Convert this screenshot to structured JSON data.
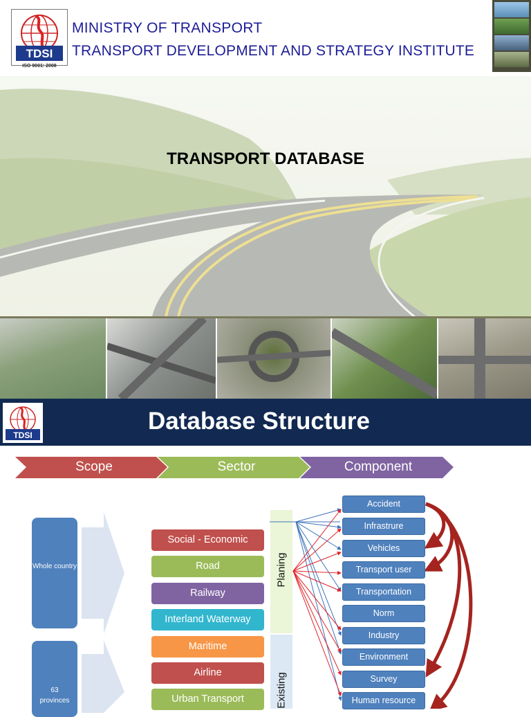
{
  "header": {
    "ministry": "MINISTRY OF TRANSPORT",
    "institute": "TRANSPORT DEVELOPMENT AND STRATEGY INSTITUTE",
    "logo_text": "TDSI",
    "iso": "ISO 9001: 2008"
  },
  "hero": {
    "title": "TRANSPORT DATABASE"
  },
  "slide": {
    "title": "Database Structure",
    "logo_text": "TDSI"
  },
  "chevrons": [
    {
      "label": "Scope",
      "color": "#c0504d"
    },
    {
      "label": "Sector",
      "color": "#9bbb59"
    },
    {
      "label": "Component",
      "color": "#8064a2"
    }
  ],
  "scope": [
    {
      "label": "Whole country"
    },
    {
      "label": "63 provinces"
    }
  ],
  "sectors": [
    {
      "label": "Social - Economic",
      "color": "#c0504d"
    },
    {
      "label": "Road",
      "color": "#9bbb59"
    },
    {
      "label": "Railway",
      "color": "#8064a2"
    },
    {
      "label": "Interland Waterway",
      "color": "#31b6ce"
    },
    {
      "label": "Maritime",
      "color": "#f79646"
    },
    {
      "label": "Airline",
      "color": "#c0504d"
    },
    {
      "label": "Urban Transport",
      "color": "#9bbb59"
    }
  ],
  "phases": {
    "planing": "Planing",
    "existing": "Existing"
  },
  "components": [
    {
      "label": "Accident"
    },
    {
      "label": "Infrastrure"
    },
    {
      "label": "Vehicles"
    },
    {
      "label": "Transport user"
    },
    {
      "label": "Transportation"
    },
    {
      "label": "Norm"
    },
    {
      "label": "Industry"
    },
    {
      "label": "Environment"
    },
    {
      "label": "Survey"
    },
    {
      "label": "Human resource"
    }
  ]
}
